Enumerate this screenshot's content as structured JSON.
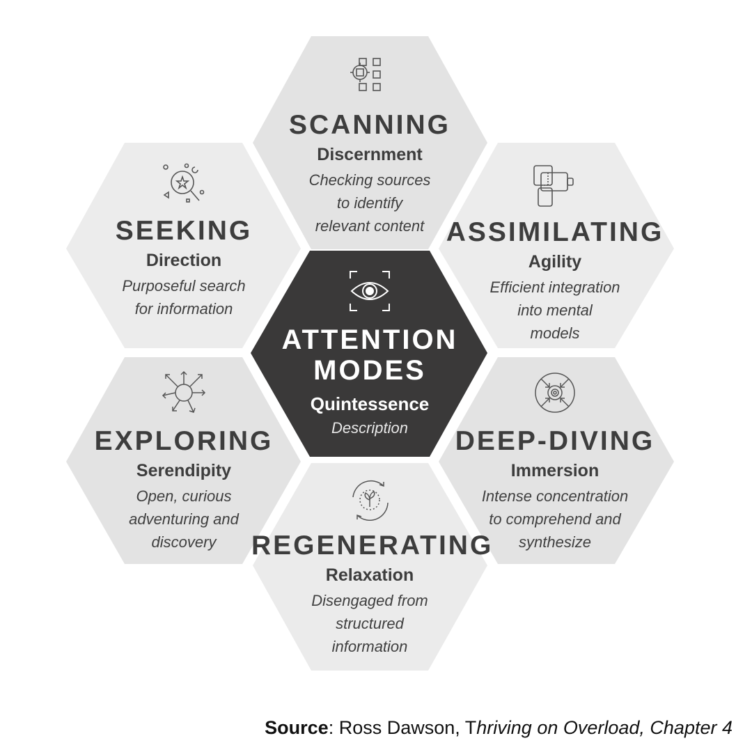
{
  "diagram": {
    "center": {
      "title_line1": "ATTENTION",
      "title_line2": "MODES",
      "quality": "Quintessence",
      "description": "Description",
      "icon": "eye-icon"
    },
    "modes": {
      "scanning": {
        "title": "SCANNING",
        "quality": "Discernment",
        "desc_lines": [
          "Checking sources",
          "to identify",
          "relevant content"
        ],
        "icon": "scan-grid-icon"
      },
      "seeking": {
        "title": "SEEKING",
        "quality": "Direction",
        "desc_lines": [
          "Purposeful search",
          "for information"
        ],
        "icon": "magnifier-star-icon"
      },
      "assimilating": {
        "title": "ASSIMILATING",
        "quality": "Agility",
        "desc_lines": [
          "Efficient integration",
          "into mental",
          "models"
        ],
        "icon": "puzzle-blocks-icon"
      },
      "exploring": {
        "title": "EXPLORING",
        "quality": "Serendipity",
        "desc_lines": [
          "Open, curious",
          "adventuring and",
          "discovery"
        ],
        "icon": "radiating-arrows-icon"
      },
      "deep_diving": {
        "title": "DEEP-DIVING",
        "quality": "Immersion",
        "desc_lines": [
          "Intense concentration",
          "to comprehend and",
          "synthesize"
        ],
        "icon": "target-inward-arrows-icon"
      },
      "regenerating": {
        "title": "REGENERATING",
        "quality": "Relaxation",
        "desc_lines": [
          "Disengaged from",
          "structured",
          "information"
        ],
        "icon": "cycle-sprout-icon"
      }
    }
  },
  "source": {
    "label": "Source",
    "separator": ": ",
    "author": "Ross Dawson, T",
    "book": "hriving on Overload, Chapter 4"
  },
  "colors": {
    "hex_light": "#ebebeb",
    "hex_medium": "#e3e3e3",
    "hex_center": "#3a3939",
    "text_dark": "#3d3d3d",
    "icon_stroke": "#555555"
  }
}
